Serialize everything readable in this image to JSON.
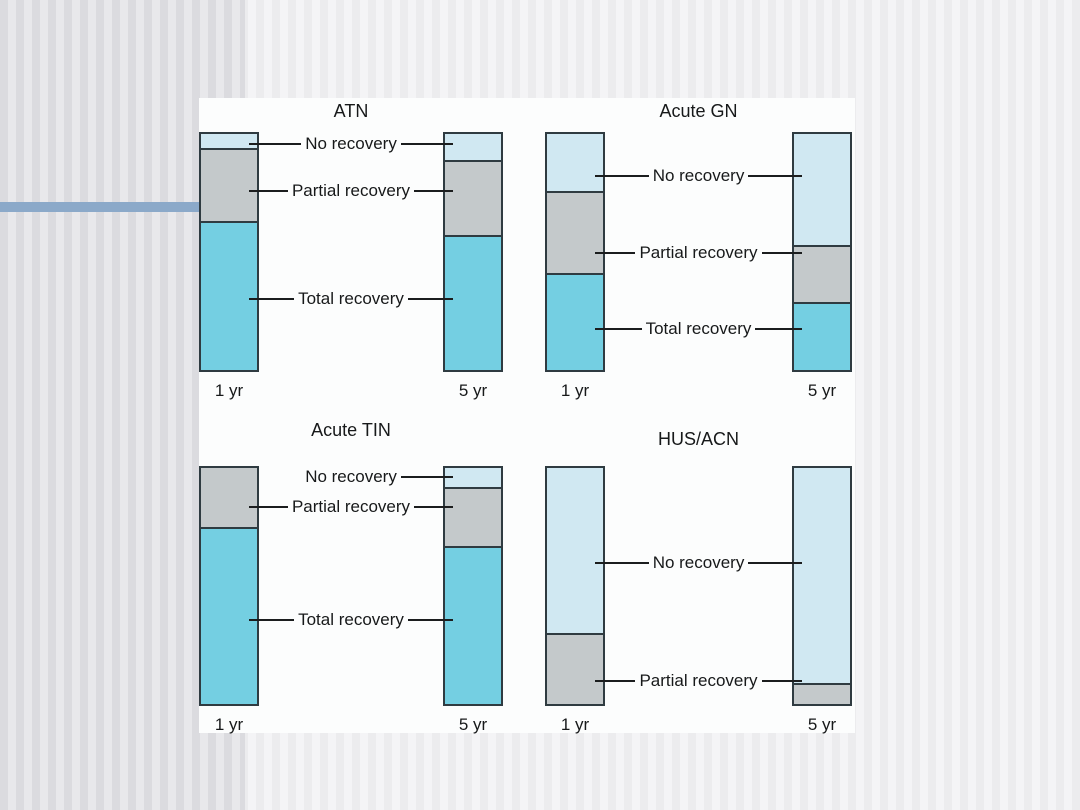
{
  "slide": {
    "accent_bar_color": "#8ba9c9",
    "panel_color": "#fcfdfd"
  },
  "chart_data": [
    {
      "type": "bar",
      "stacked": true,
      "title": "ATN",
      "categories": [
        "1 yr",
        "5 yr"
      ],
      "ylim": [
        0,
        100
      ],
      "series": [
        {
          "name": "No recovery",
          "color": "#d0e8f2",
          "values": [
            6,
            11
          ]
        },
        {
          "name": "Partial recovery",
          "color": "#c4c9cb",
          "values": [
            31,
            32
          ]
        },
        {
          "name": "Total recovery",
          "color": "#74cfe2",
          "values": [
            63,
            57
          ]
        }
      ]
    },
    {
      "type": "bar",
      "stacked": true,
      "title": "Acute GN",
      "categories": [
        "1 yr",
        "5 yr"
      ],
      "ylim": [
        0,
        100
      ],
      "series": [
        {
          "name": "No recovery",
          "color": "#d0e8f2",
          "values": [
            24,
            47
          ]
        },
        {
          "name": "Partial recovery",
          "color": "#c4c9cb",
          "values": [
            35,
            24
          ]
        },
        {
          "name": "Total recovery",
          "color": "#74cfe2",
          "values": [
            41,
            29
          ]
        }
      ]
    },
    {
      "type": "bar",
      "stacked": true,
      "title": "Acute TIN",
      "categories": [
        "1 yr",
        "5 yr"
      ],
      "ylim": [
        0,
        100
      ],
      "series": [
        {
          "name": "No recovery",
          "color": "#d0e8f2",
          "values": [
            0,
            8
          ]
        },
        {
          "name": "Partial recovery",
          "color": "#c4c9cb",
          "values": [
            25,
            25
          ]
        },
        {
          "name": "Total recovery",
          "color": "#74cfe2",
          "values": [
            75,
            67
          ]
        }
      ]
    },
    {
      "type": "bar",
      "stacked": true,
      "title": "HUS/ACN",
      "categories": [
        "1 yr",
        "5 yr"
      ],
      "ylim": [
        0,
        100
      ],
      "series": [
        {
          "name": "No recovery",
          "color": "#d0e8f2",
          "values": [
            63,
            91
          ]
        },
        {
          "name": "Partial recovery",
          "color": "#c4c9cb",
          "values": [
            27,
            9
          ]
        }
      ]
    }
  ]
}
